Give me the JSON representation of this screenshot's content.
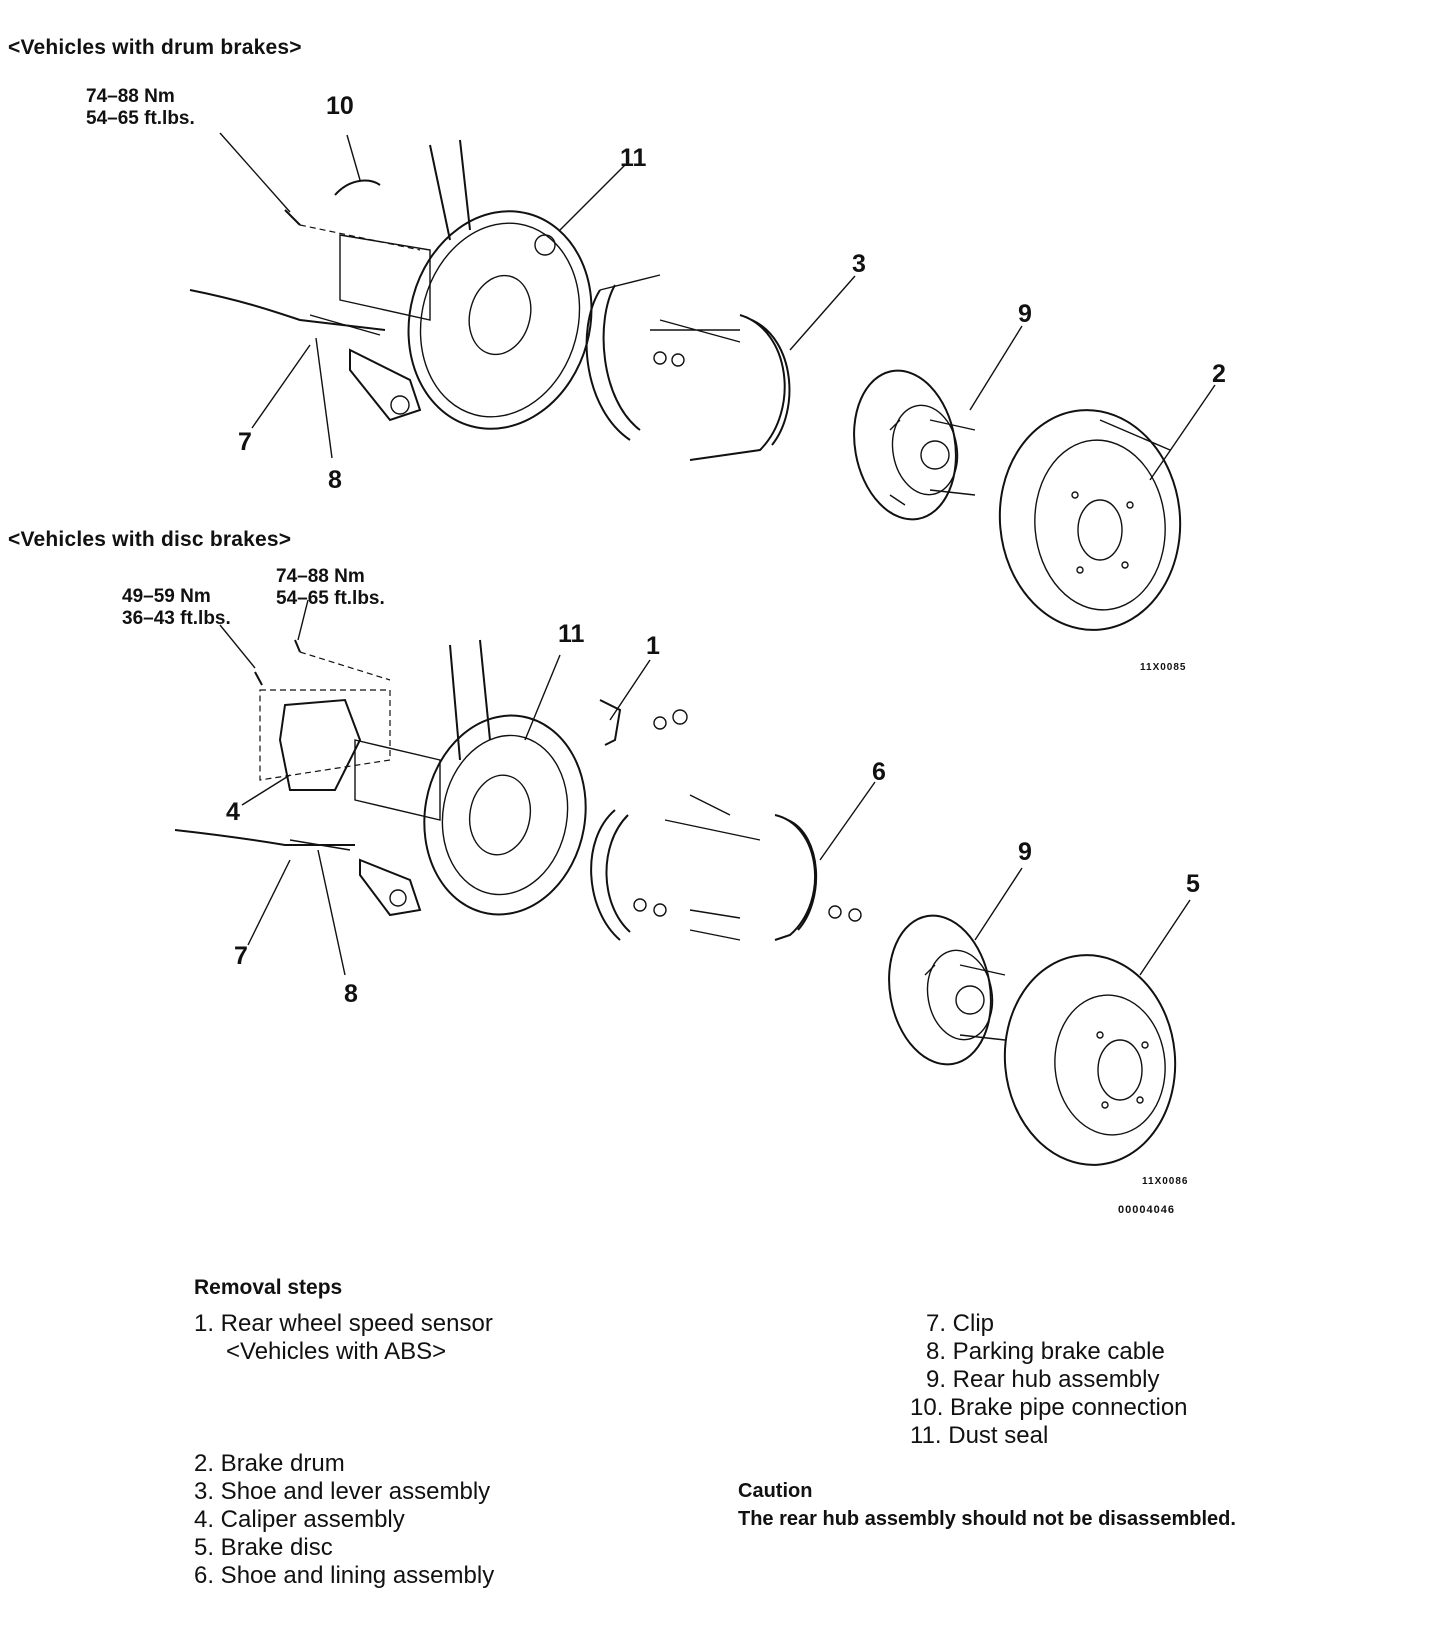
{
  "sections": {
    "drum_header": "<Vehicles with drum brakes>",
    "disc_header": "<Vehicles with disc brakes>"
  },
  "torques": {
    "drum_hub": [
      "74–88 Nm",
      "54–65 ft.lbs."
    ],
    "disc_caliper": [
      "49–59 Nm",
      "36–43 ft.lbs."
    ],
    "disc_hub": [
      "74–88 Nm",
      "54–65 ft.lbs."
    ]
  },
  "drum_callouts": {
    "c10": "10",
    "c11": "11",
    "c3": "3",
    "c9": "9",
    "c2": "2",
    "c7": "7",
    "c8": "8"
  },
  "disc_callouts": {
    "c11": "11",
    "c1": "1",
    "c4": "4",
    "c6": "6",
    "c9": "9",
    "c5": "5",
    "c7": "7",
    "c8": "8"
  },
  "figure_codes": {
    "drum": "11X0085",
    "disc": "11X0086",
    "sheet": "00004046"
  },
  "removal": {
    "title": "Removal steps",
    "left": [
      "1. Rear wheel speed sensor",
      "<Vehicles with ABS>",
      "2. Brake drum",
      "3. Shoe and lever assembly",
      "4. Caliper assembly",
      "5. Brake disc",
      "6. Shoe and lining assembly"
    ],
    "right": [
      "7. Clip",
      "8. Parking brake cable",
      "9. Rear hub assembly",
      "10. Brake pipe connection",
      "11. Dust seal"
    ]
  },
  "caution": {
    "title": "Caution",
    "text": "The rear hub assembly should not be disassembled."
  }
}
